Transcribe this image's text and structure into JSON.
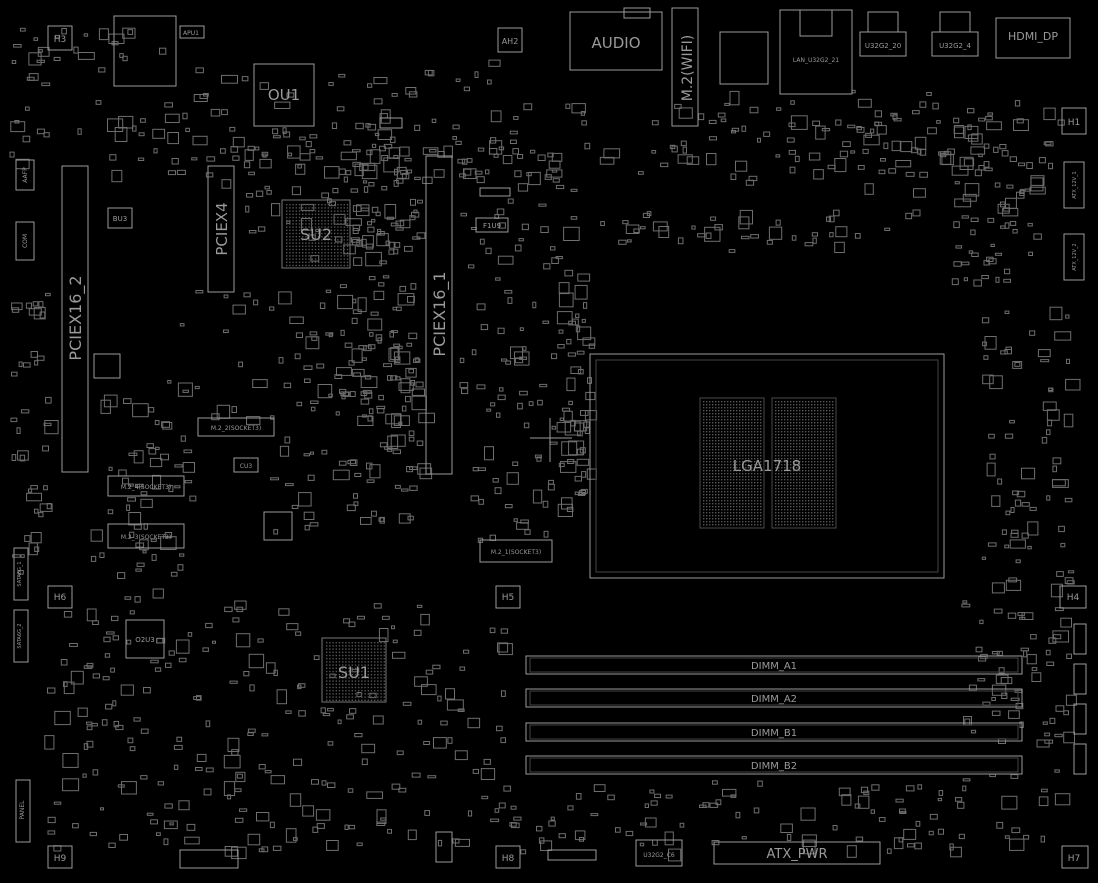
{
  "labels": {
    "h3": "H3",
    "apu1": "APU1",
    "ah2": "AH2",
    "audio": "AUDIO",
    "m2wifi": "M.2(WIFI)",
    "lan": "LAN_U32G2_21",
    "u32g2_20": "U32G2_20",
    "u32g2_4": "U32G2_4",
    "hdmidp": "HDMI_DP",
    "ou1": "OU1",
    "h1": "H1",
    "aafp": "AAFP",
    "bu3": "BU3",
    "com": "COM",
    "pciex16_2": "PCIEX16_2",
    "pciex4": "PCIEX4",
    "su2": "SU2",
    "pciex16_1": "PCIEX16_1",
    "f1u9": "F1U9",
    "atx12v1": "ATX_12V_1",
    "atx12v2": "ATX_12V_2",
    "lga": "LGA1718",
    "m2_2": "M.2_2(SOCKET3)",
    "cu3": "CU3",
    "m2_4": "M.2_4(SOCKET3)",
    "m2_3": "M.2_3(SOCKET3)",
    "m2_1": "M.2_1(SOCKET3)",
    "h6": "H6",
    "h5": "H5",
    "h4": "H4",
    "o2u3": "O2U3",
    "su1": "SU1",
    "dimm_a1": "DIMM_A1",
    "dimm_a2": "DIMM_A2",
    "dimm_b1": "DIMM_B1",
    "dimm_b2": "DIMM_B2",
    "h9": "H9",
    "h8": "H8",
    "h7": "H7",
    "panel": "PANEL",
    "u32g2_6": "U32G2_C6",
    "atxpwr": "ATX_PWR",
    "sata1": "SATA6G_1",
    "sata2": "SATA6G_2"
  },
  "colors": {
    "background": "#000000",
    "silk": "#9a9a9a",
    "pad": "#6e6e6e"
  }
}
